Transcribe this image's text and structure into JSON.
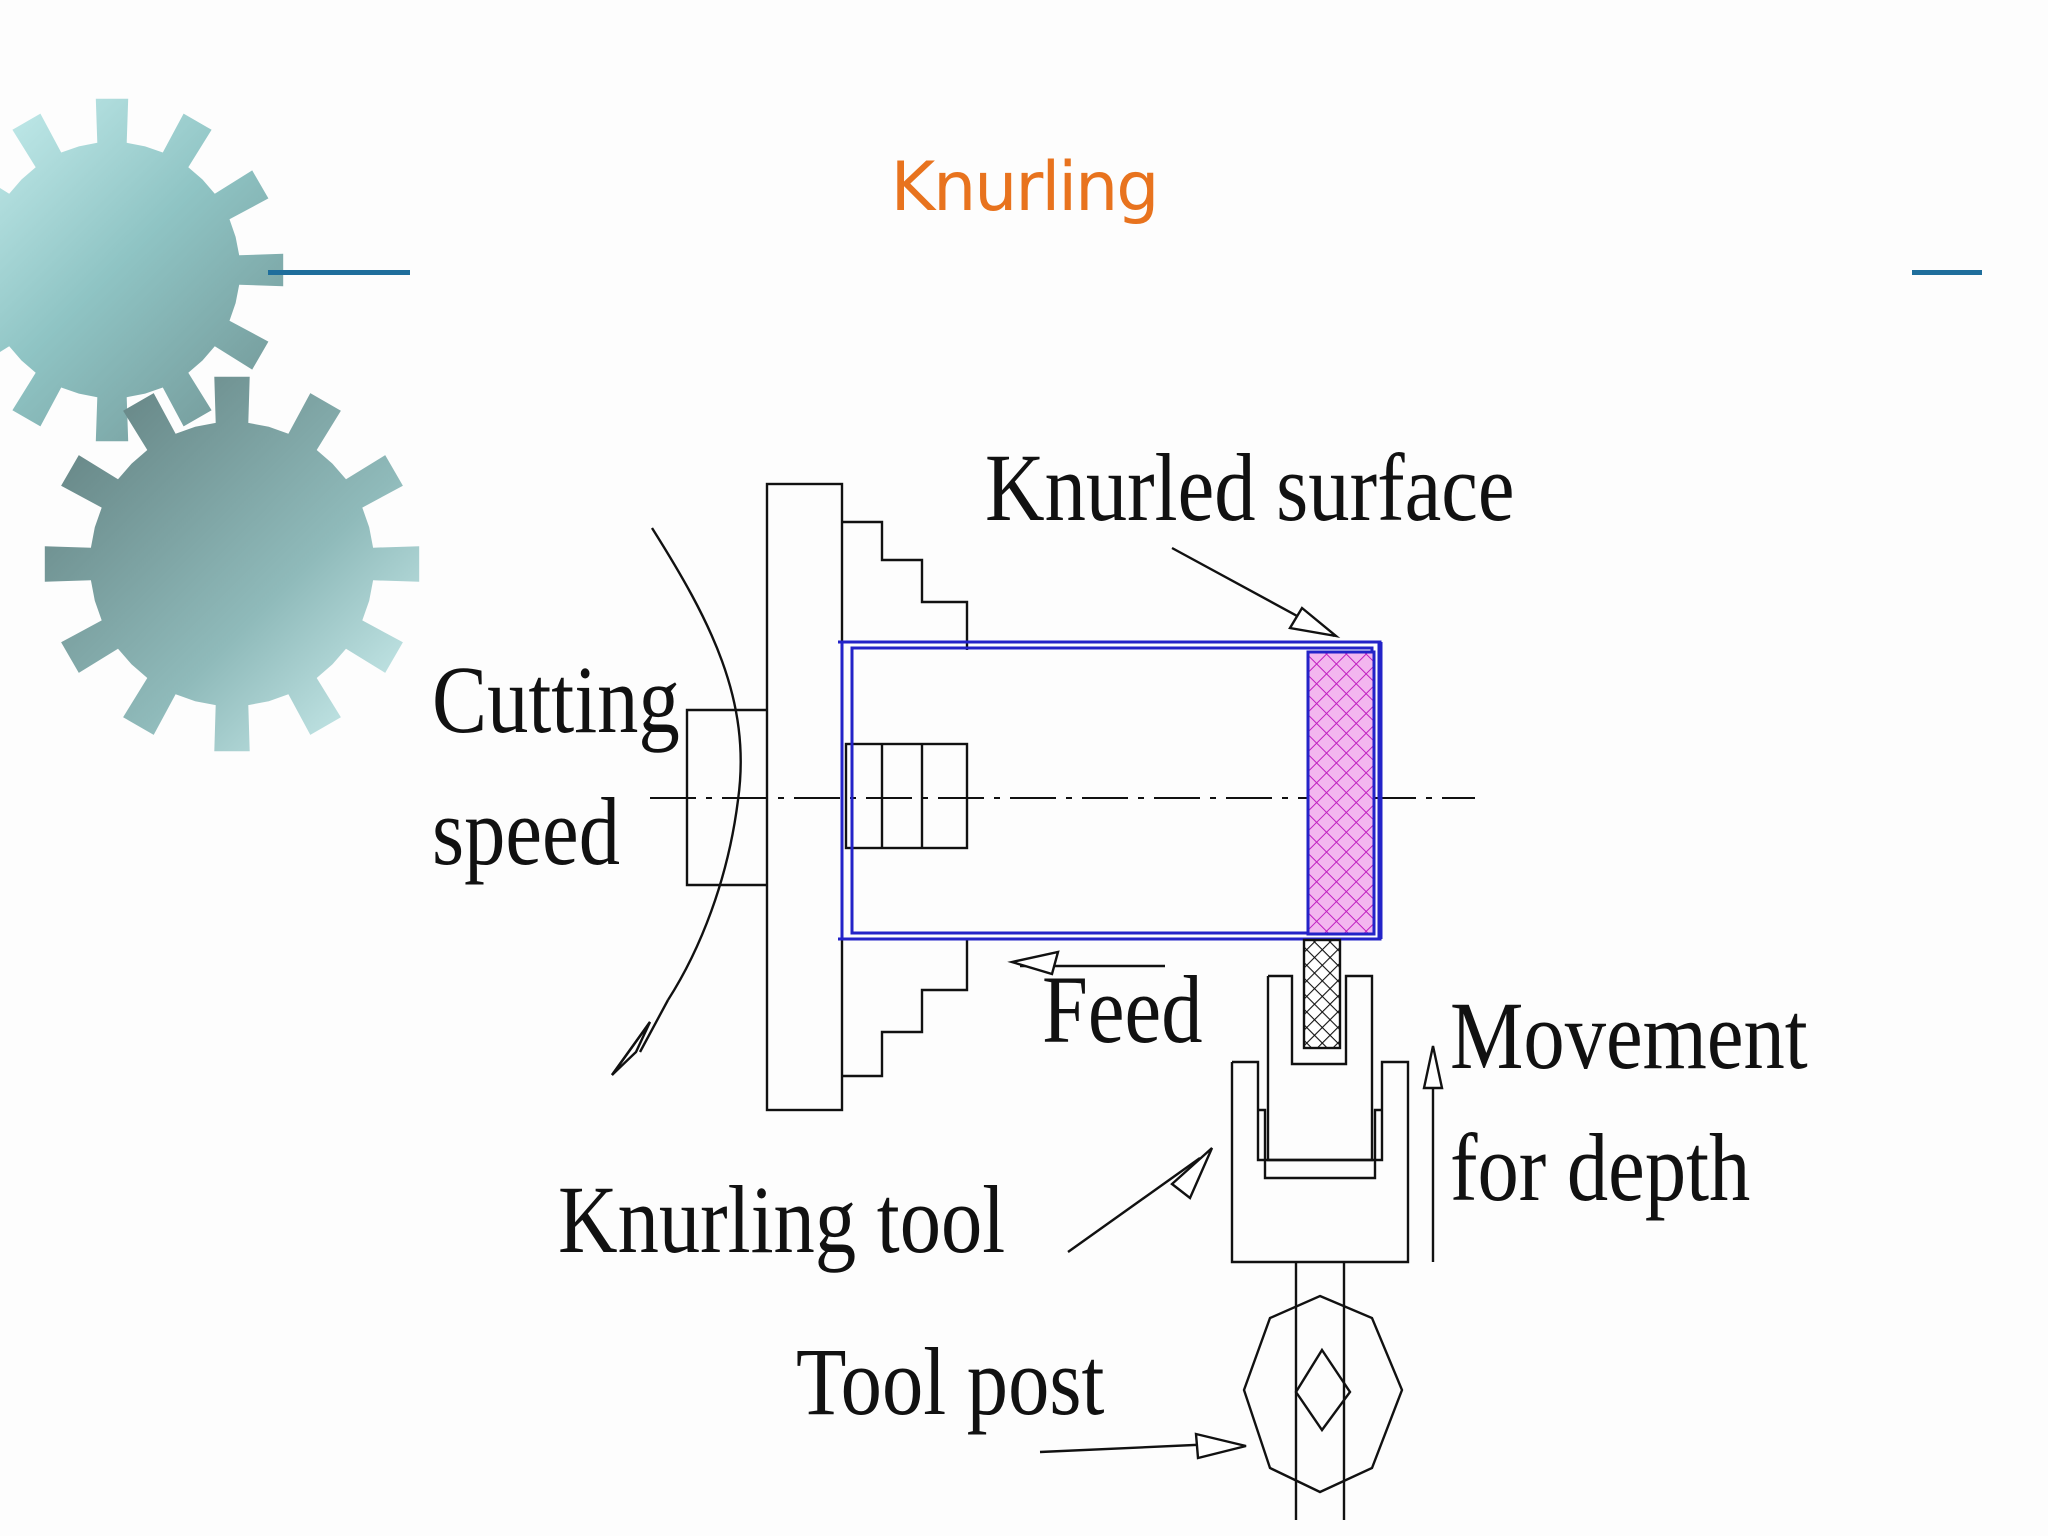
{
  "slide": {
    "title": "Knurling",
    "accent_color": "#e8731e",
    "rule_color": "#1f6e9c",
    "decoration_icon": "gear-icon"
  },
  "diagram": {
    "labels": {
      "knurled_surface": "Knurled surface",
      "cutting": "Cutting",
      "speed": "speed",
      "feed": "Feed",
      "movement": "Movement",
      "for_depth": "for depth",
      "knurling_tool": "Knurling tool",
      "tool_post": "Tool post"
    },
    "colors": {
      "workpiece_outline": "#2323c8",
      "knurled_fill": "#e060e0",
      "line": "#111111"
    }
  }
}
